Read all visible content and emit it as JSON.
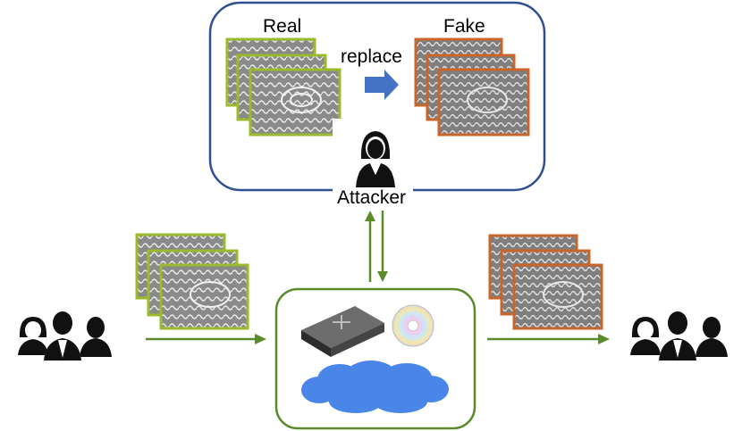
{
  "labels": {
    "real": "Real",
    "fake": "Fake",
    "replace": "replace",
    "attacker": "Attacker"
  },
  "colors": {
    "attack_box_border": "#2f4f8f",
    "storage_box_border": "#5a8a2a",
    "real_frame": "#9bbb2c",
    "fake_frame": "#c8652a",
    "flow_arrow": "#5a8a2a",
    "replace_arrow": "#4472c4",
    "cloud": "#4a86e8"
  },
  "icons": {
    "attacker": "attacker-person-icon",
    "users_left": "user-group-icon",
    "users_right": "user-group-icon",
    "drive": "external-hard-drive-icon",
    "disc": "optical-disc-icon",
    "cloud": "cloud-icon"
  }
}
